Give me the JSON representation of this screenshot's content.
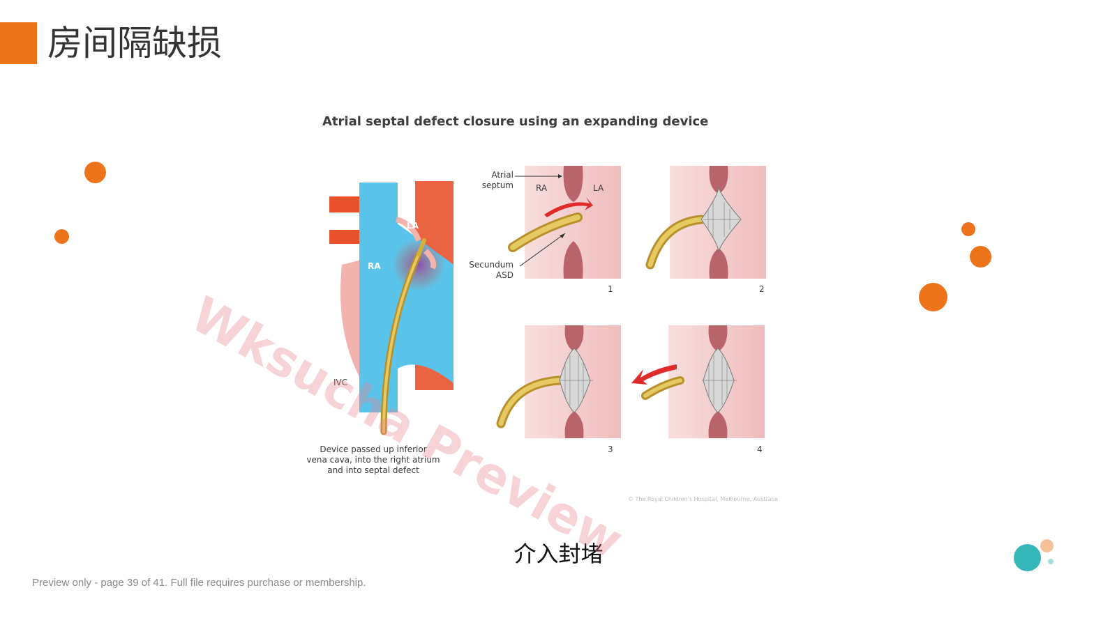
{
  "slide": {
    "title": "房间隔缺损",
    "caption": "介入封堵",
    "footer": "Preview only - page 39 of 41. Full file requires purchase or membership.",
    "watermark": "Wksucha Preview"
  },
  "figure": {
    "title": "Atrial septal defect closure using an expanding device",
    "labels": {
      "atrial_septum": "Atrial\nseptum",
      "ra": "RA",
      "la": "LA",
      "secundum_asd": "Secundum\nASD",
      "ivc": "IVC",
      "heart_ra": "RA",
      "heart_la": "LA",
      "step1": "1",
      "step2": "2",
      "step3": "3",
      "step4": "4",
      "device_caption": "Device passed up inferior\nvena cava, into the right atrium\nand into septal defect",
      "copyright": "© The Royal Children's Hospital, Melbourne, Australia"
    }
  },
  "colors": {
    "accent": "#ee741c",
    "teal": "#35b6b9",
    "peach": "#f5c09a",
    "light_teal": "#a8dcdd",
    "vessel_blue": "#5ac3ea",
    "tissue_red": "#e8532e",
    "panel_pink": "#f4cfd0",
    "device_gold": "#d4b040"
  }
}
